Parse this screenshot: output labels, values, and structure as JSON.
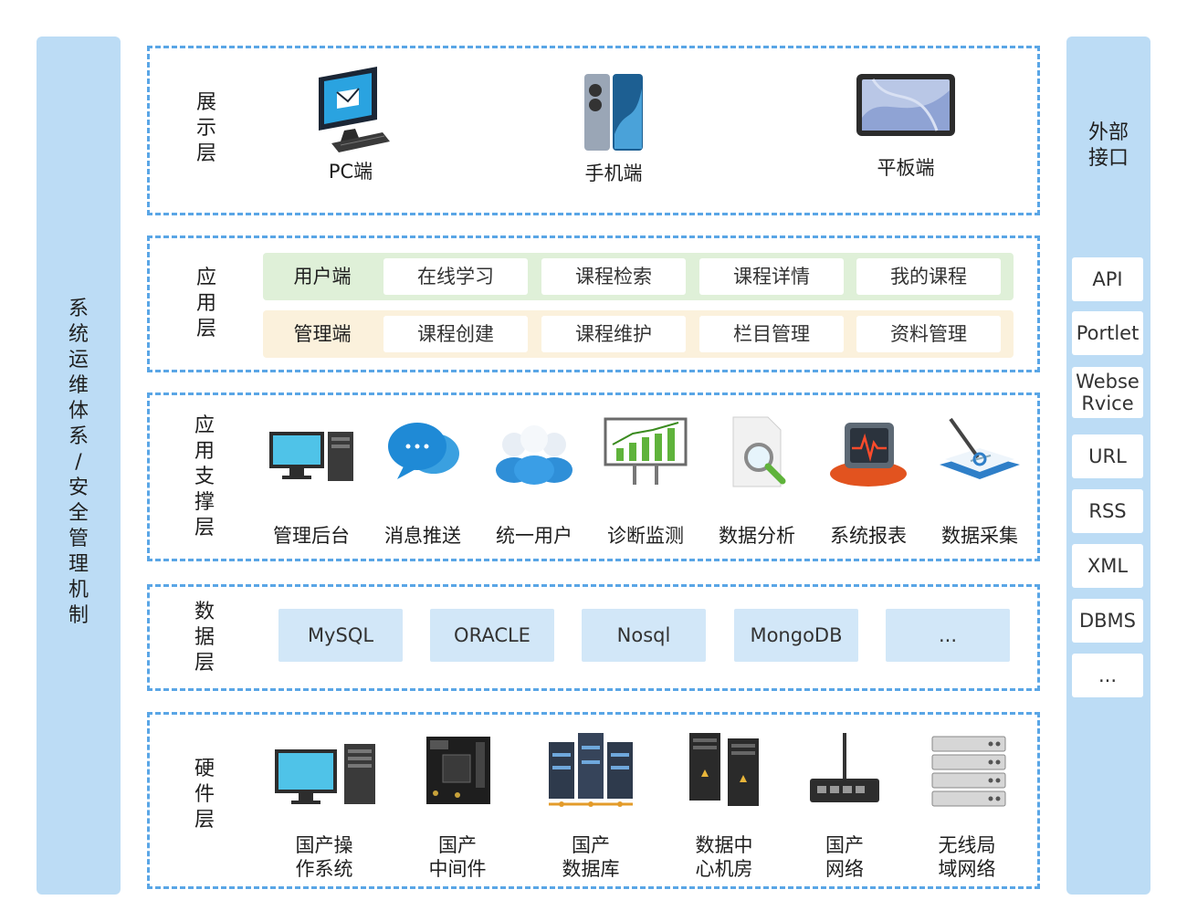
{
  "left_bar": {
    "chars": [
      "系",
      "统",
      "运",
      "维",
      "体",
      "系",
      "/",
      "安",
      "全",
      "管",
      "理",
      "机",
      "制"
    ]
  },
  "right_bar": {
    "title": [
      "外部",
      "接口"
    ],
    "items": [
      "API",
      "Portlet",
      "Webse Rvice",
      "URL",
      "RSS",
      "XML",
      "DBMS",
      "..."
    ]
  },
  "layers": {
    "display": {
      "label": [
        "展",
        "示",
        "层"
      ],
      "devices": [
        {
          "name": "PC端",
          "icon": "pc-icon"
        },
        {
          "name": "手机端",
          "icon": "phone-icon"
        },
        {
          "name": "平板端",
          "icon": "tablet-icon"
        }
      ]
    },
    "application": {
      "label": [
        "应",
        "用",
        "层"
      ],
      "user_row": {
        "title": "用户端",
        "items": [
          "在线学习",
          "课程检索",
          "课程详情",
          "我的课程"
        ],
        "color": "#dff0d8"
      },
      "admin_row": {
        "title": "管理端",
        "items": [
          "课程创建",
          "课程维护",
          "栏目管理",
          "资料管理"
        ],
        "color": "#fbf1dc"
      }
    },
    "support": {
      "label": [
        "应",
        "用",
        "支",
        "撑",
        "层"
      ],
      "items": [
        {
          "name": "管理后台",
          "icon": "desktop-icon"
        },
        {
          "name": "消息推送",
          "icon": "chat-icon"
        },
        {
          "name": "统一用户",
          "icon": "users-icon"
        },
        {
          "name": "诊断监测",
          "icon": "monitor-chart-icon"
        },
        {
          "name": "数据分析",
          "icon": "magnifier-doc-icon"
        },
        {
          "name": "系统报表",
          "icon": "report-icon"
        },
        {
          "name": "数据采集",
          "icon": "book-pen-icon"
        }
      ]
    },
    "data": {
      "label": [
        "数",
        "据",
        "层"
      ],
      "items": [
        "MySQL",
        "ORACLE",
        "Nosql",
        "MongoDB",
        "..."
      ]
    },
    "hardware": {
      "label": [
        "硬",
        "件",
        "层"
      ],
      "items": [
        {
          "lines": [
            "国产操",
            "作系统"
          ],
          "icon": "computer-icon"
        },
        {
          "lines": [
            "国产",
            "中间件"
          ],
          "icon": "motherboard-icon"
        },
        {
          "lines": [
            "国产",
            "数据库"
          ],
          "icon": "server-rack-icon"
        },
        {
          "lines": [
            "数据中",
            "心机房"
          ],
          "icon": "tower-server-icon"
        },
        {
          "lines": [
            "国产",
            "网络"
          ],
          "icon": "router-icon"
        },
        {
          "lines": [
            "无线局",
            "域网络"
          ],
          "icon": "rack-server-icon"
        }
      ]
    }
  },
  "colors": {
    "side_bar": "#bcdcf5",
    "dashed_border": "#5aa6e6",
    "db_box": "#d2e7f8"
  }
}
